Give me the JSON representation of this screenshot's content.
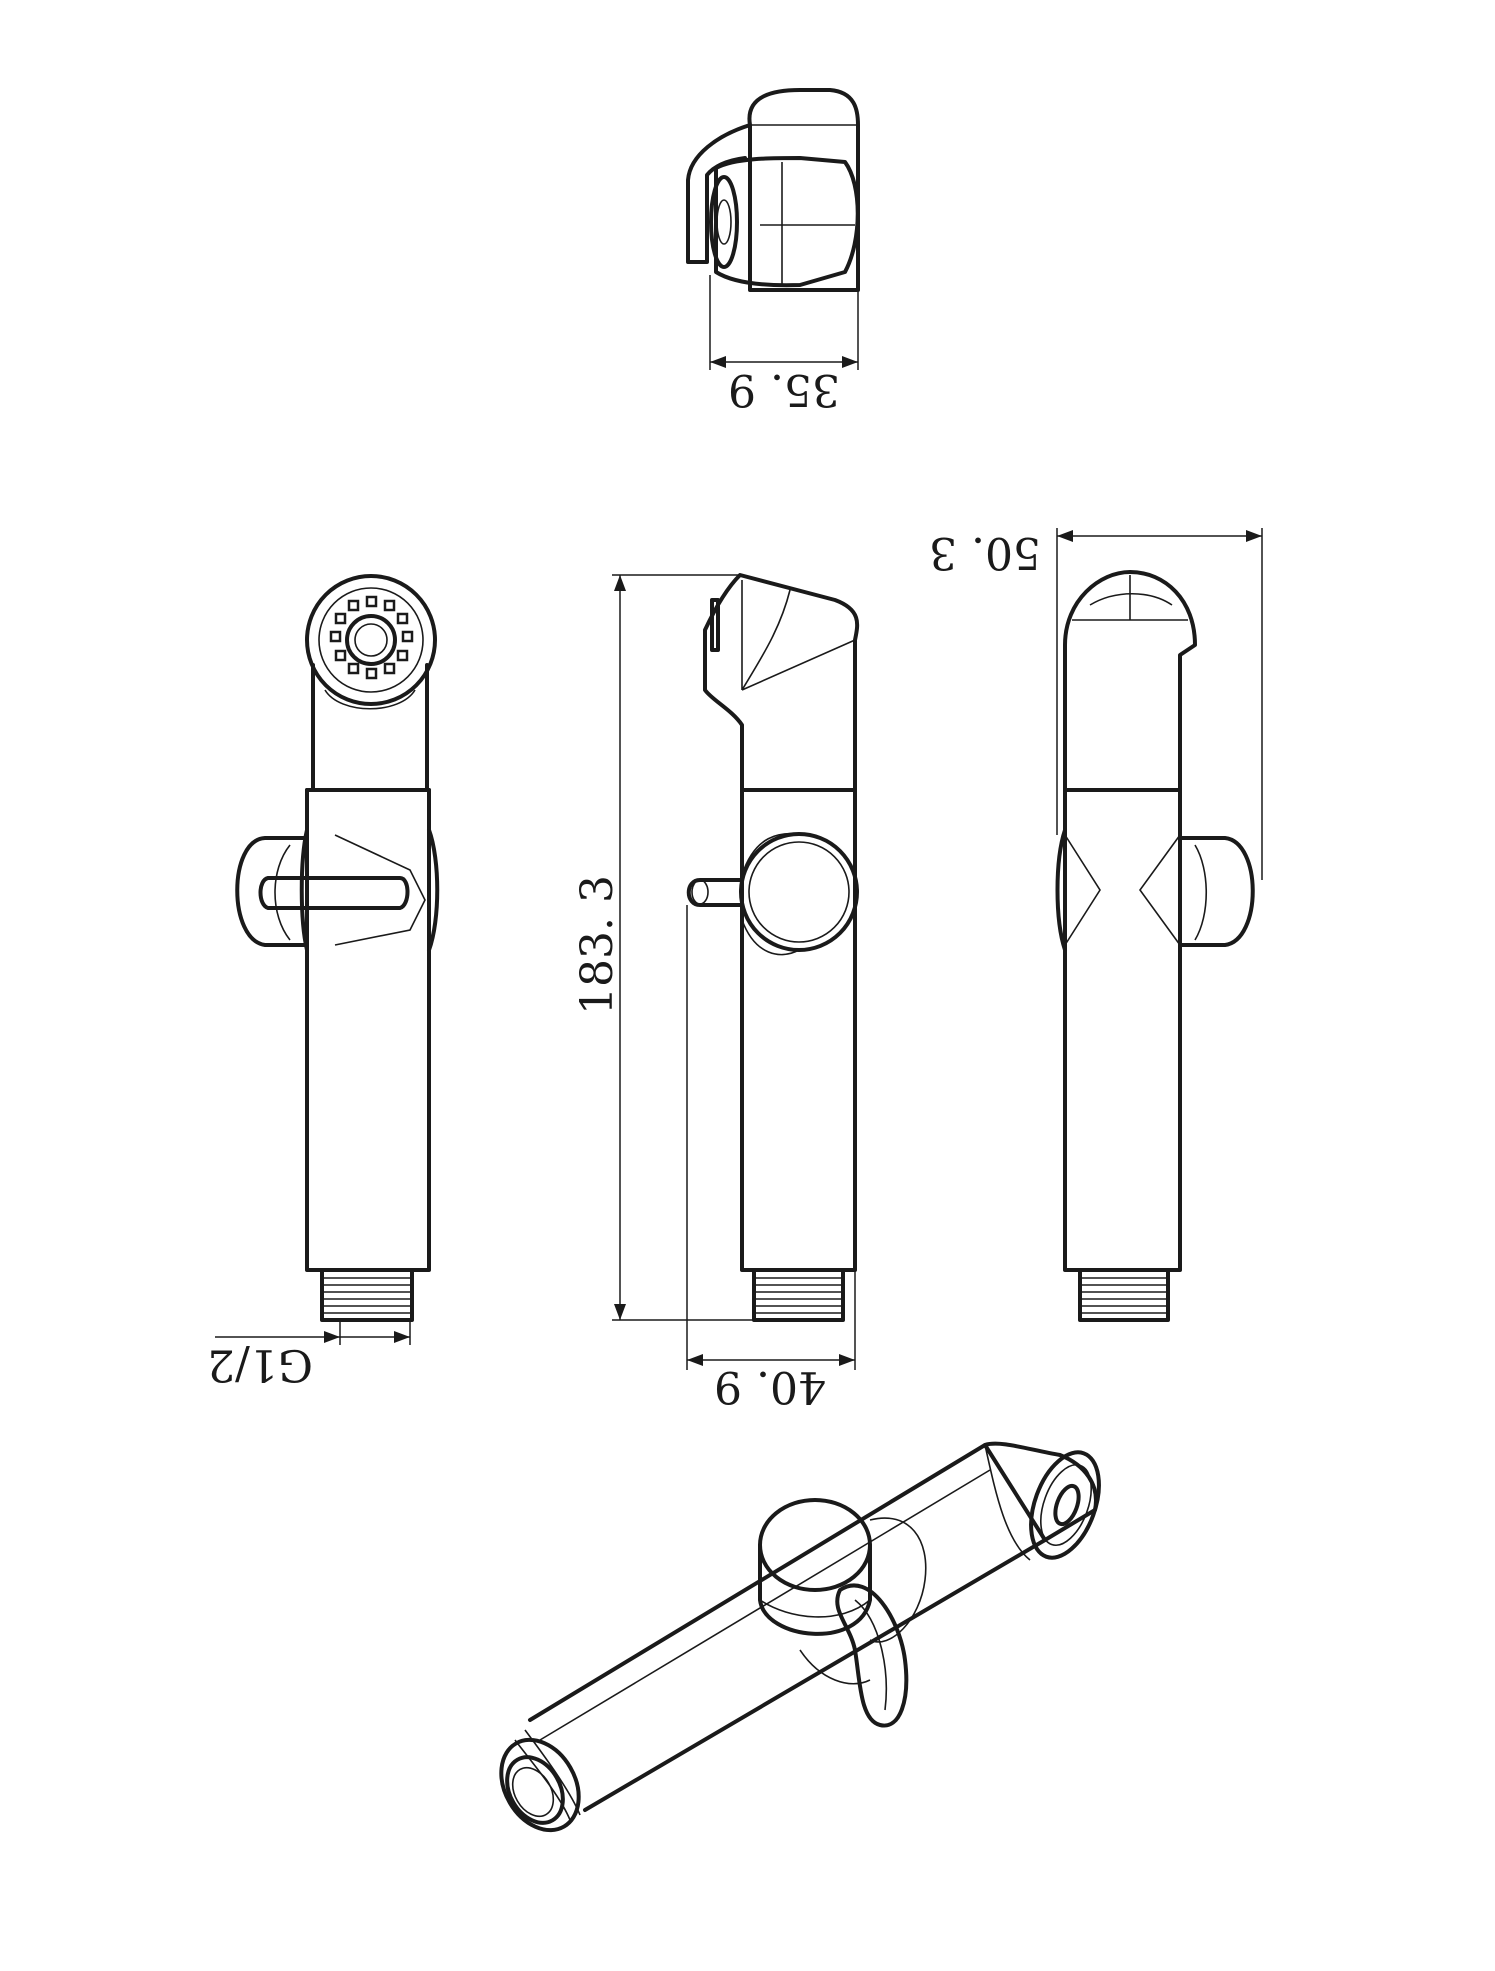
{
  "dimensions": {
    "top_width": "35. 9",
    "length": "183. 3",
    "trigger_reach": "40. 9",
    "side_width": "50. 3",
    "thread": "G1/2"
  }
}
